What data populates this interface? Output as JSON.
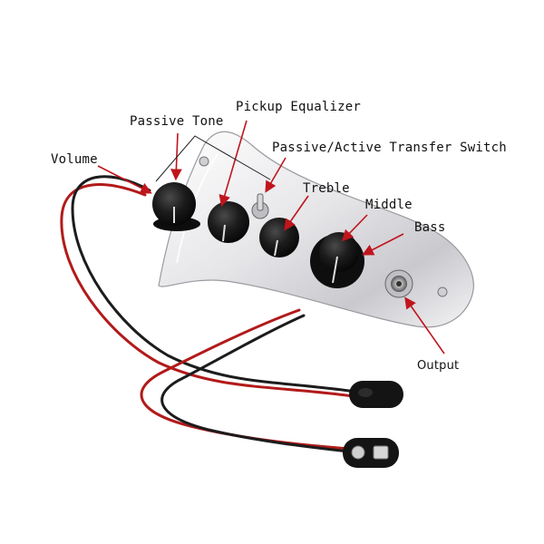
{
  "labels": {
    "volume": "Volume",
    "passive_tone": "Passive Tone",
    "pickup_equalizer": "Pickup Equalizer",
    "passive_active_switch": "Passive/Active Transfer Switch",
    "treble": "Treble",
    "middle": "Middle",
    "bass": "Bass",
    "output": "Output"
  },
  "colors": {
    "arrow": "#c0151d",
    "wire_red": "#b21a1a",
    "wire_black": "#1c1c1c",
    "plate": "#e9e9ec",
    "knob": "#1a1a1a"
  }
}
